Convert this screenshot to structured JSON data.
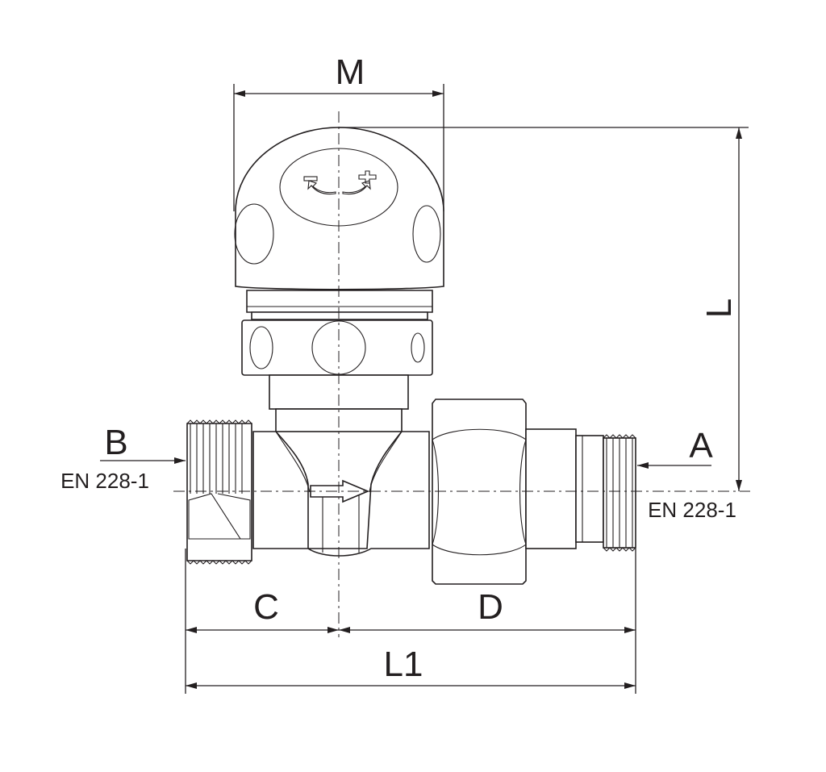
{
  "labels": {
    "m": "M",
    "l": "L",
    "l1": "L1",
    "c": "C",
    "d": "D",
    "a": "A",
    "b": "B",
    "std_a": "EN 228-1",
    "std_b": "EN 228-1"
  },
  "symbols": {
    "minus": "minus-icon",
    "plus": "plus-icon",
    "flow": "flow-arrow-icon"
  },
  "colors": {
    "line": "#231f20",
    "background": "#ffffff"
  }
}
